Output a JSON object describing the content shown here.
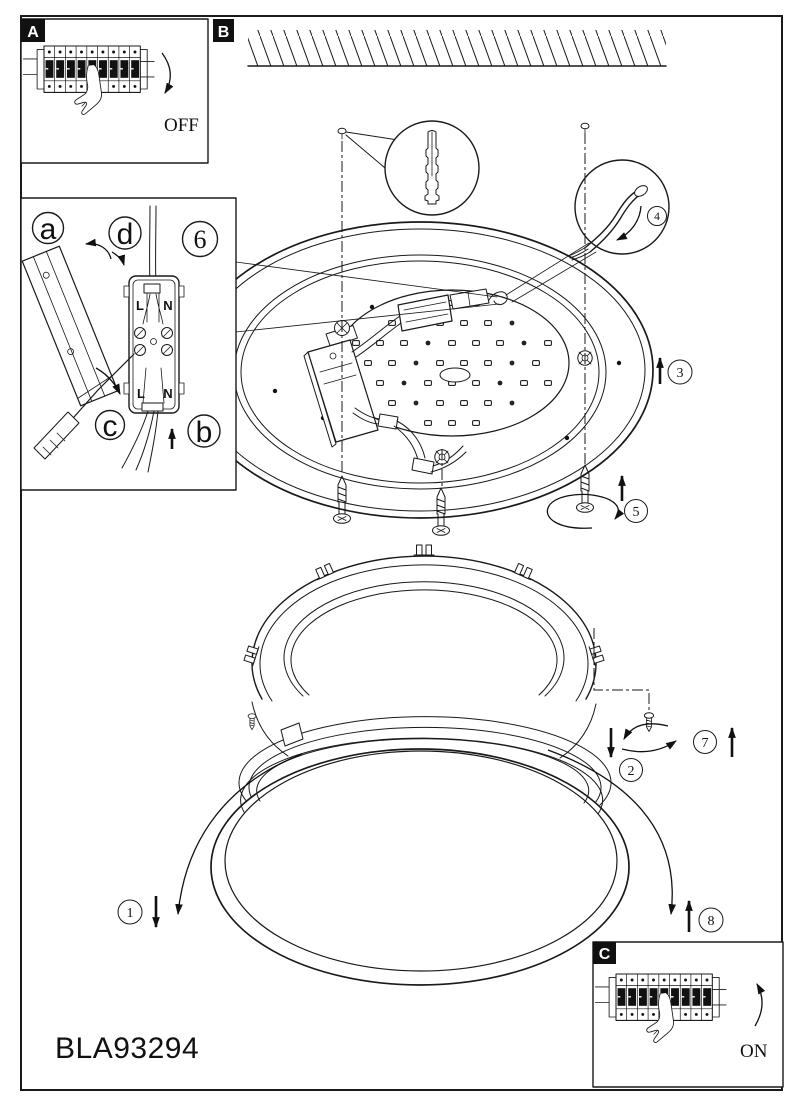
{
  "page": {
    "background": "#ffffff",
    "line_color": "#1a1a1a",
    "product_code": "BLA93294"
  },
  "panels": {
    "a": {
      "tag": "A",
      "caption": "OFF"
    },
    "b": {
      "tag": "B"
    },
    "c": {
      "tag": "C",
      "caption": "ON"
    }
  },
  "wiring_detail": {
    "substep_a": "a",
    "substep_b": "b",
    "substep_c": "c",
    "substep_d": "d",
    "terminal_top_left": "L",
    "terminal_top_right": "N",
    "terminal_bottom_left": "L",
    "terminal_bottom_right": "N"
  },
  "steps": {
    "s1": "1",
    "s2": "2",
    "s3": "3",
    "s4": "4",
    "s5": "5",
    "s6": "6",
    "s7": "7",
    "s8": "8"
  }
}
